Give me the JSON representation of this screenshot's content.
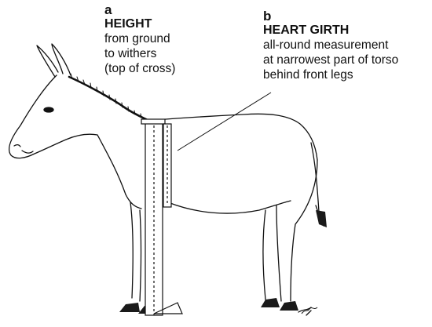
{
  "labels": {
    "a": {
      "letter": "a",
      "heading": "HEIGHT",
      "lines": [
        "from ground",
        "to withers",
        "(top of cross)"
      ]
    },
    "b": {
      "letter": "b",
      "heading": "HEART GIRTH",
      "lines": [
        "all-round measurement",
        "at narrowest part of torso",
        "behind front legs"
      ]
    }
  },
  "colors": {
    "ink": "#111111",
    "hoof": "#1a1a1a",
    "background": "#ffffff"
  }
}
